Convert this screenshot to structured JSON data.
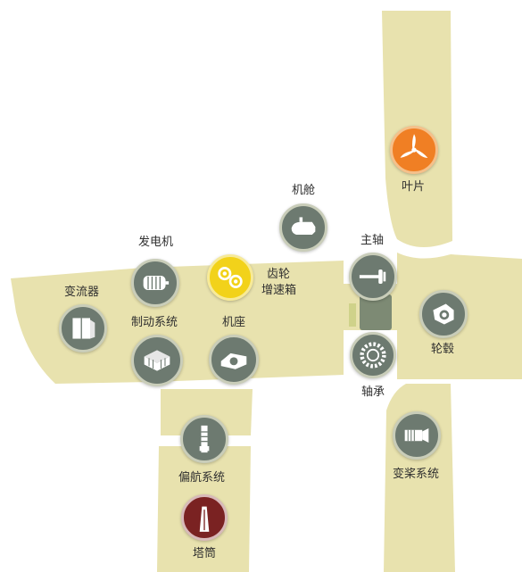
{
  "colors": {
    "region": "#e8e2ae",
    "node": "#6d7a70",
    "node_ring": "#c9cdb9",
    "highlight_yellow": "#f2d21a",
    "highlight_orange": "#f07f24",
    "highlight_red": "#7a2222",
    "label": "#2f2f2f"
  },
  "components": {
    "blade": {
      "label": "叶片",
      "icon": "turbine-blade-icon"
    },
    "nacelle": {
      "label": "机舱",
      "icon": "nacelle-icon"
    },
    "main_shaft": {
      "label": "主轴",
      "icon": "shaft-icon"
    },
    "generator": {
      "label": "发电机",
      "icon": "generator-icon"
    },
    "gearbox": {
      "label_line1": "齿轮",
      "label_line2": "增速箱",
      "icon": "gears-icon"
    },
    "converter": {
      "label": "变流器",
      "icon": "converter-cabinet-icon"
    },
    "brake": {
      "label": "制动系统",
      "icon": "brake-icon"
    },
    "bedplate": {
      "label": "机座",
      "icon": "bedplate-icon"
    },
    "hub": {
      "label": "轮毂",
      "icon": "hub-icon"
    },
    "bearing": {
      "label": "轴承",
      "icon": "bearing-icon"
    },
    "yaw": {
      "label": "偏航系统",
      "icon": "yaw-drive-icon"
    },
    "pitch": {
      "label": "变桨系统",
      "icon": "pitch-system-icon"
    },
    "tower": {
      "label": "塔筒",
      "icon": "tower-icon"
    }
  }
}
